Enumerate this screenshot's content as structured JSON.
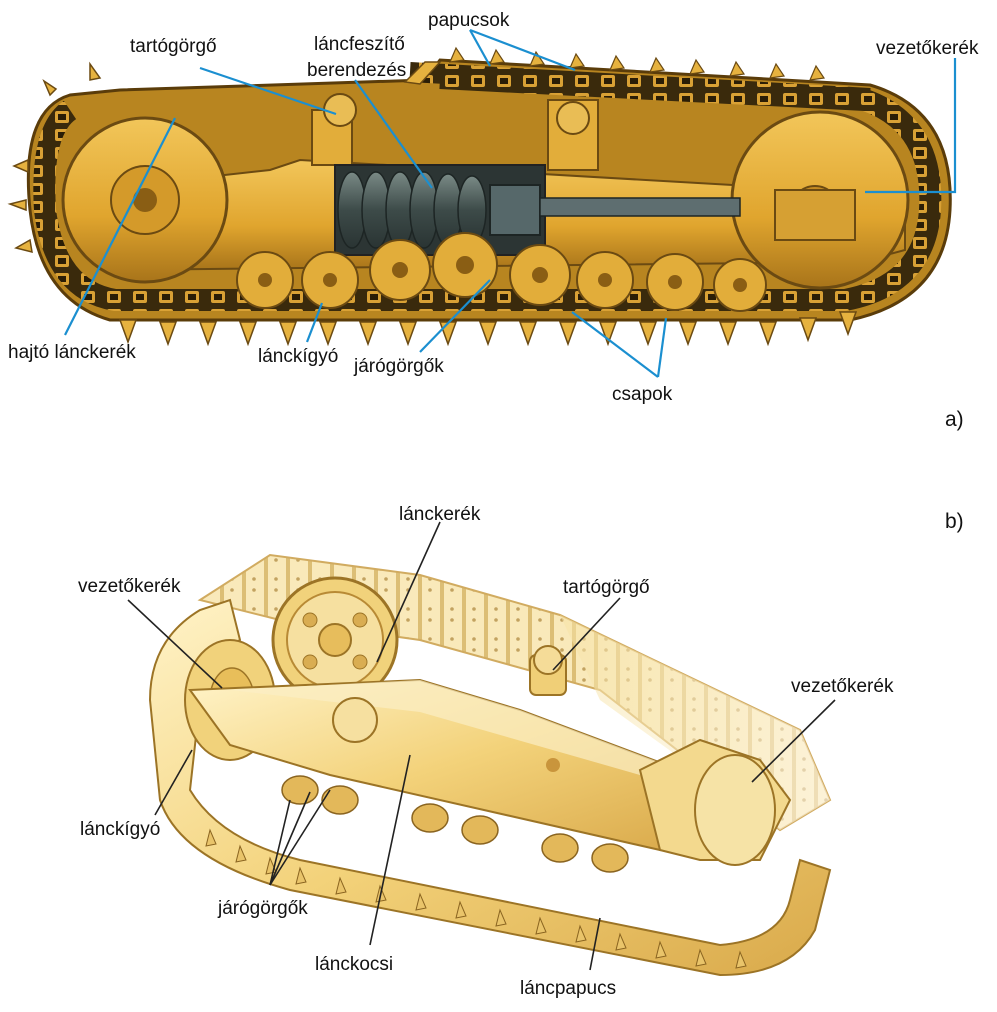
{
  "diagram_a": {
    "panel_label": "a)",
    "labels": {
      "tartogorgo": "tartógörgő",
      "lancfeszito_line1": "láncfeszítő",
      "lancfeszito_line2": "berendezés",
      "papucsok": "papucsok",
      "vezetokerek": "vezetőkerék",
      "hajto_lanckerek": "hajtó lánckerék",
      "lanckigyo": "lánckígyó",
      "jarogorgok": "járógörgők",
      "csapok": "csapok"
    }
  },
  "diagram_b": {
    "panel_label": "b)",
    "labels": {
      "lanckerek": "lánckerék",
      "vezetokerek_left": "vezetőkerék",
      "tartogorgo": "tartógörgő",
      "vezetokerek_right": "vezetőkerék",
      "lanckigyo": "lánckígyó",
      "jarogorgok": "járógörgők",
      "lanckocsi": "lánckocsi",
      "lancpapucs": "láncpapucs"
    }
  },
  "colors": {
    "track_yellow": "#e8b53a",
    "track_dark": "#6b4a12",
    "cutaway_gray": "#4a5a5a",
    "leader_blue": "#1b8fd0",
    "illustration_yellow": "#f3d27a"
  }
}
